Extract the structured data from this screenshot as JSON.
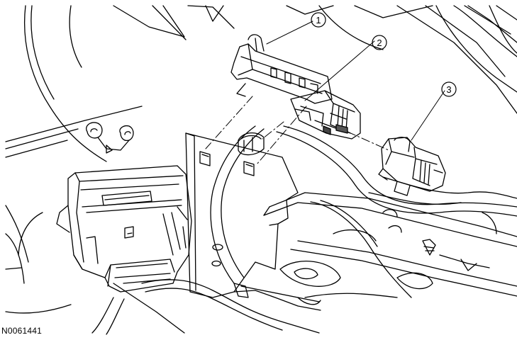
{
  "callouts": [
    {
      "label": "1"
    },
    {
      "label": "2"
    },
    {
      "label": "3"
    }
  ],
  "figure": {
    "reference_code": "N0061441"
  },
  "colors": {
    "line": "#000000",
    "background": "#ffffff"
  }
}
